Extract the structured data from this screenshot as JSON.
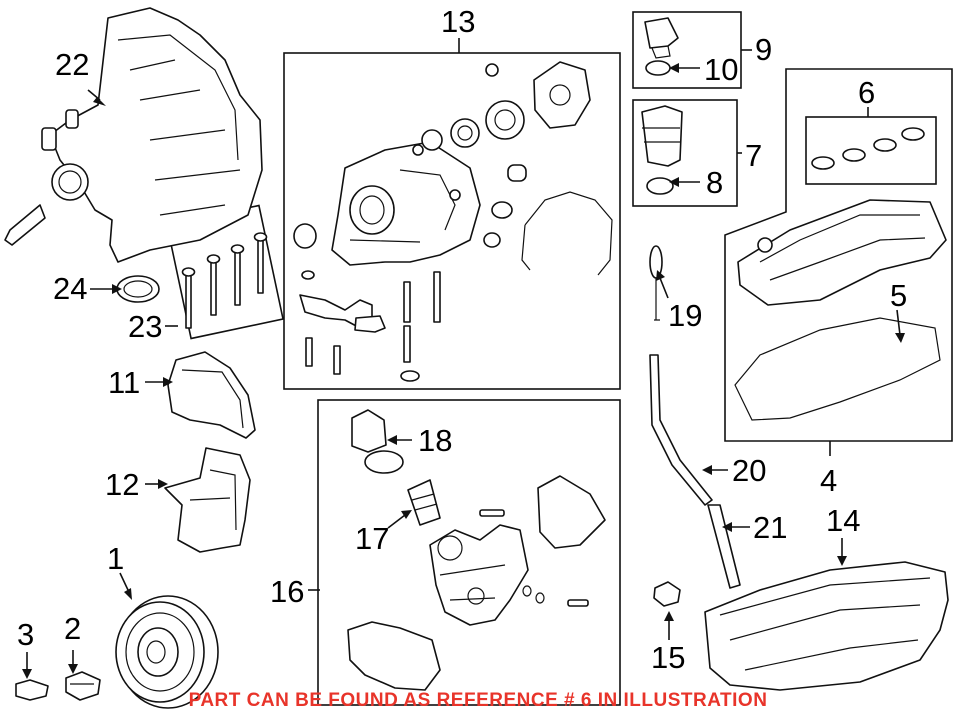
{
  "callouts": {
    "c1": "1",
    "c2": "2",
    "c3": "3",
    "c4": "4",
    "c5": "5",
    "c6": "6",
    "c7": "7",
    "c8": "8",
    "c9": "9",
    "c10": "10",
    "c11": "11",
    "c12": "12",
    "c13": "13",
    "c14": "14",
    "c15": "15",
    "c16": "16",
    "c17": "17",
    "c18": "18",
    "c19": "19",
    "c20": "20",
    "c21": "21",
    "c22": "22",
    "c23": "23",
    "c24": "24"
  },
  "notice": "PART CAN BE FOUND AS REFERENCE # 6 IN ILLUSTRATION",
  "colors": {
    "notice": "#e8342a",
    "line": "#111111"
  }
}
